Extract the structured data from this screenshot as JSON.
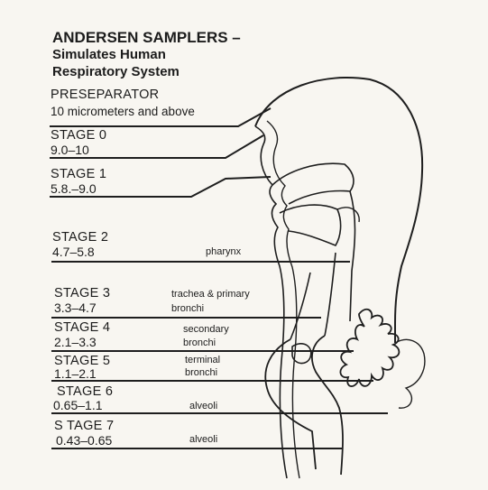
{
  "figure": {
    "title_lines": [
      "ANDERSEN SAMPLERS –",
      "Simulates Human",
      "Respiratory System"
    ],
    "preseparator": {
      "name": "PRESEPARATOR",
      "range": "10 micrometers and above"
    },
    "stages": [
      {
        "name": "STAGE 0",
        "range": "9.0–10",
        "region": ""
      },
      {
        "name": "STAGE 1",
        "range": "5.8.–9.0",
        "region": ""
      },
      {
        "name": "STAGE 2",
        "range": "4.7–5.8",
        "region": "pharynx"
      },
      {
        "name": "STAGE 3",
        "range": "3.3–4.7",
        "region_lines": [
          "trachea & primary",
          "bronchi"
        ]
      },
      {
        "name": "STAGE 4",
        "range": "2.1–3.3",
        "region_lines": [
          "secondary",
          "bronchi"
        ]
      },
      {
        "name": "STAGE 5",
        "range": "1.1–2.1",
        "region_lines": [
          "terminal",
          "bronchi"
        ]
      },
      {
        "name": "STAGE 6",
        "range": "0.65–1.1",
        "region": "alveoli"
      },
      {
        "name": "S TAGE 7",
        "range": "0.43–0.65",
        "region": "alveoli"
      }
    ],
    "colors": {
      "ink": "#1e1e1e",
      "paper": "#f8f6f1"
    }
  }
}
